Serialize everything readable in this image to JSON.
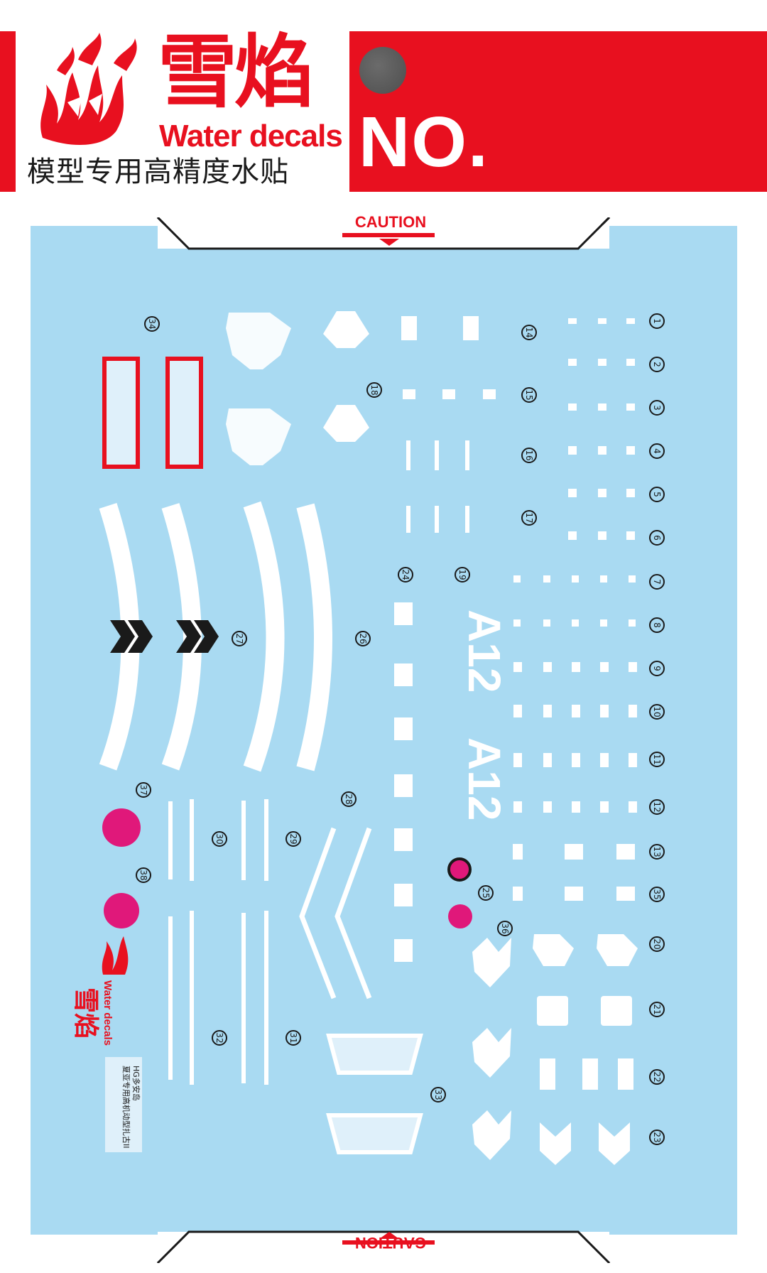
{
  "header": {
    "brand_cn": "雪焰",
    "brand_en": "Water decals",
    "tagline": "模型专用高精度水贴",
    "number_label": "NO."
  },
  "sheet": {
    "caution_top": "CAUTION",
    "caution_bottom": "CAUTION",
    "decal_text_a12": "A12",
    "small_logo_cn": "雪焰",
    "small_logo_en": "Water decals",
    "product_line1": "HG多安岛",
    "product_line2": "夏亚专用高机动型扎古II",
    "numbers": [
      "1",
      "2",
      "3",
      "4",
      "5",
      "6",
      "7",
      "8",
      "9",
      "10",
      "11",
      "12",
      "13",
      "35",
      "20",
      "21",
      "22",
      "23",
      "14",
      "15",
      "16",
      "17",
      "18",
      "19",
      "24",
      "25",
      "36",
      "26",
      "27",
      "28",
      "29",
      "30",
      "31",
      "32",
      "33",
      "34",
      "37",
      "38"
    ]
  },
  "colors": {
    "brand_red": "#e8101f",
    "sheet_blue": "#a9daf2",
    "decal_white": "#ffffff",
    "magenta": "#e0187a",
    "dark": "#1a1a1a"
  }
}
